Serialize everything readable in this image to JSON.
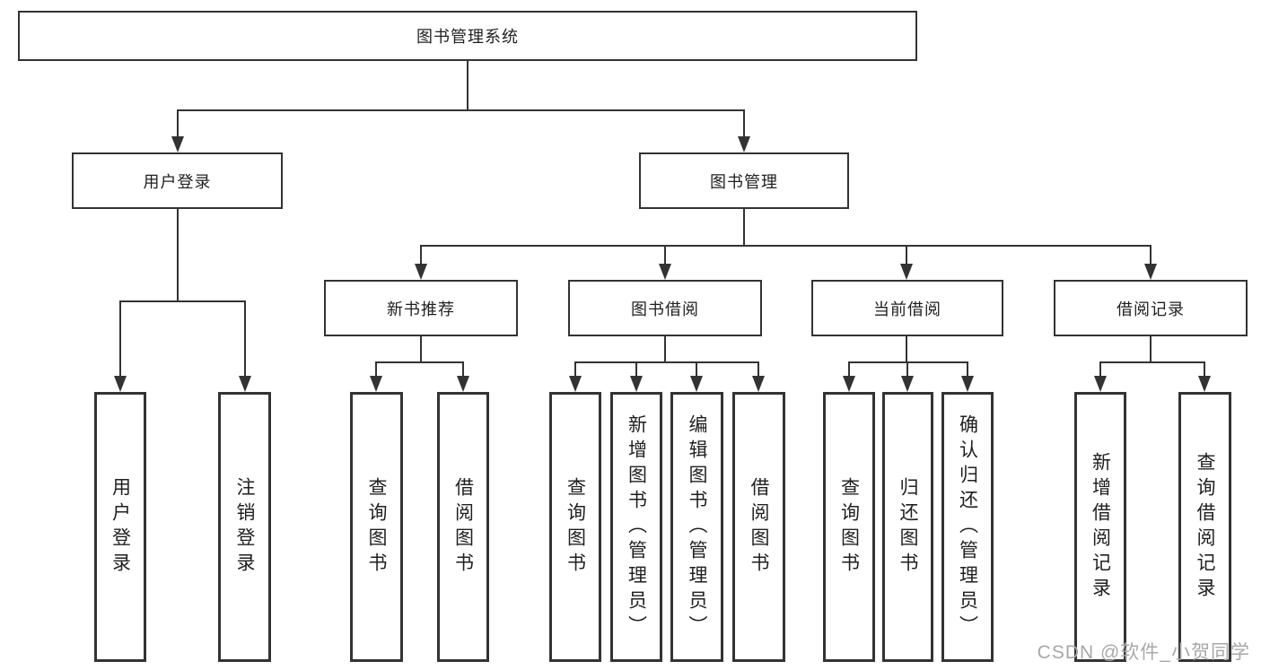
{
  "diagram": {
    "root": {
      "label": "图书管理系统"
    },
    "level2": [
      {
        "label": "用户登录"
      },
      {
        "label": "图书管理"
      }
    ],
    "level3": [
      {
        "label": "新书推荐"
      },
      {
        "label": "图书借阅"
      },
      {
        "label": "当前借阅"
      },
      {
        "label": "借阅记录"
      }
    ],
    "leaves": {
      "user_login": [
        {
          "label": "用户登录"
        },
        {
          "label": "注销登录"
        }
      ],
      "new_book": [
        {
          "label": "查询图书"
        },
        {
          "label": "借阅图书"
        }
      ],
      "book_borrow": [
        {
          "label": "查询图书"
        },
        {
          "label": "新增图书（管理员）"
        },
        {
          "label": "编辑图书（管理员）"
        },
        {
          "label": "借阅图书"
        }
      ],
      "current_borrow": [
        {
          "label": "查询图书"
        },
        {
          "label": "归还图书"
        },
        {
          "label": "确认归还（管理员）"
        }
      ],
      "borrow_record": [
        {
          "label": "新增借阅记录"
        },
        {
          "label": "查询借阅记录"
        }
      ]
    },
    "colors": {
      "line": "#333333",
      "box_border": "#333333",
      "text": "#1f1f1f",
      "watermark": "#a8a8a8",
      "background": "#ffffff"
    }
  },
  "watermark": {
    "text": "CSDN @软件_小贺同学"
  }
}
